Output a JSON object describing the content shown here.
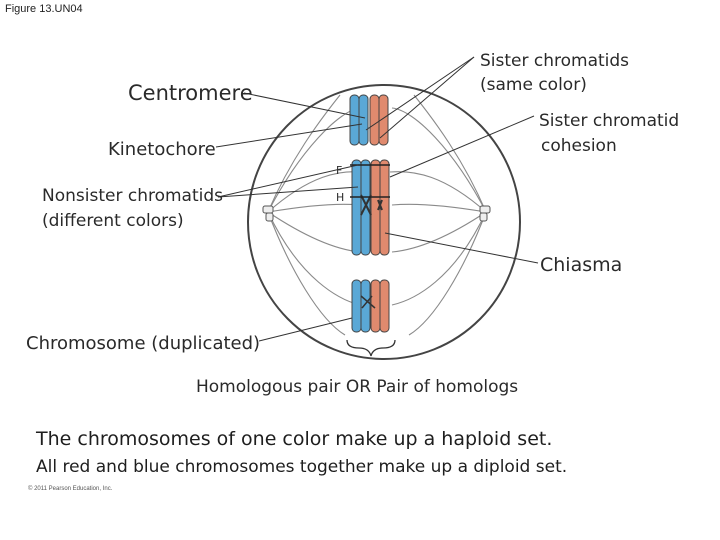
{
  "figure_title": "Figure 13.UN04",
  "labels": {
    "centromere": "Centromere",
    "kinetochore": "Kinetochore",
    "nonsister_line1": "Nonsister chromatids",
    "nonsister_line2": "(different colors)",
    "sister_line1": "Sister chromatids",
    "sister_line2": "(same color)",
    "cohesion_line1": "Sister chromatid",
    "cohesion_line2": "cohesion",
    "chiasma": "Chiasma",
    "chromosome": "Chromosome (duplicated)",
    "homologous": "Homologous pair OR Pair of homologs",
    "gene_f": "F",
    "gene_h": "H"
  },
  "caption": {
    "line1": "The chromosomes of one color make up a haploid set.",
    "line2": "All red and blue chromosomes together make up a diploid set."
  },
  "copyright": "© 2011 Pearson Education, Inc.",
  "colors": {
    "blue_chromosome": "#5aa8d6",
    "red_chromosome": "#e08a6e",
    "outline": "#444444",
    "spindle": "#8a8a8a"
  }
}
